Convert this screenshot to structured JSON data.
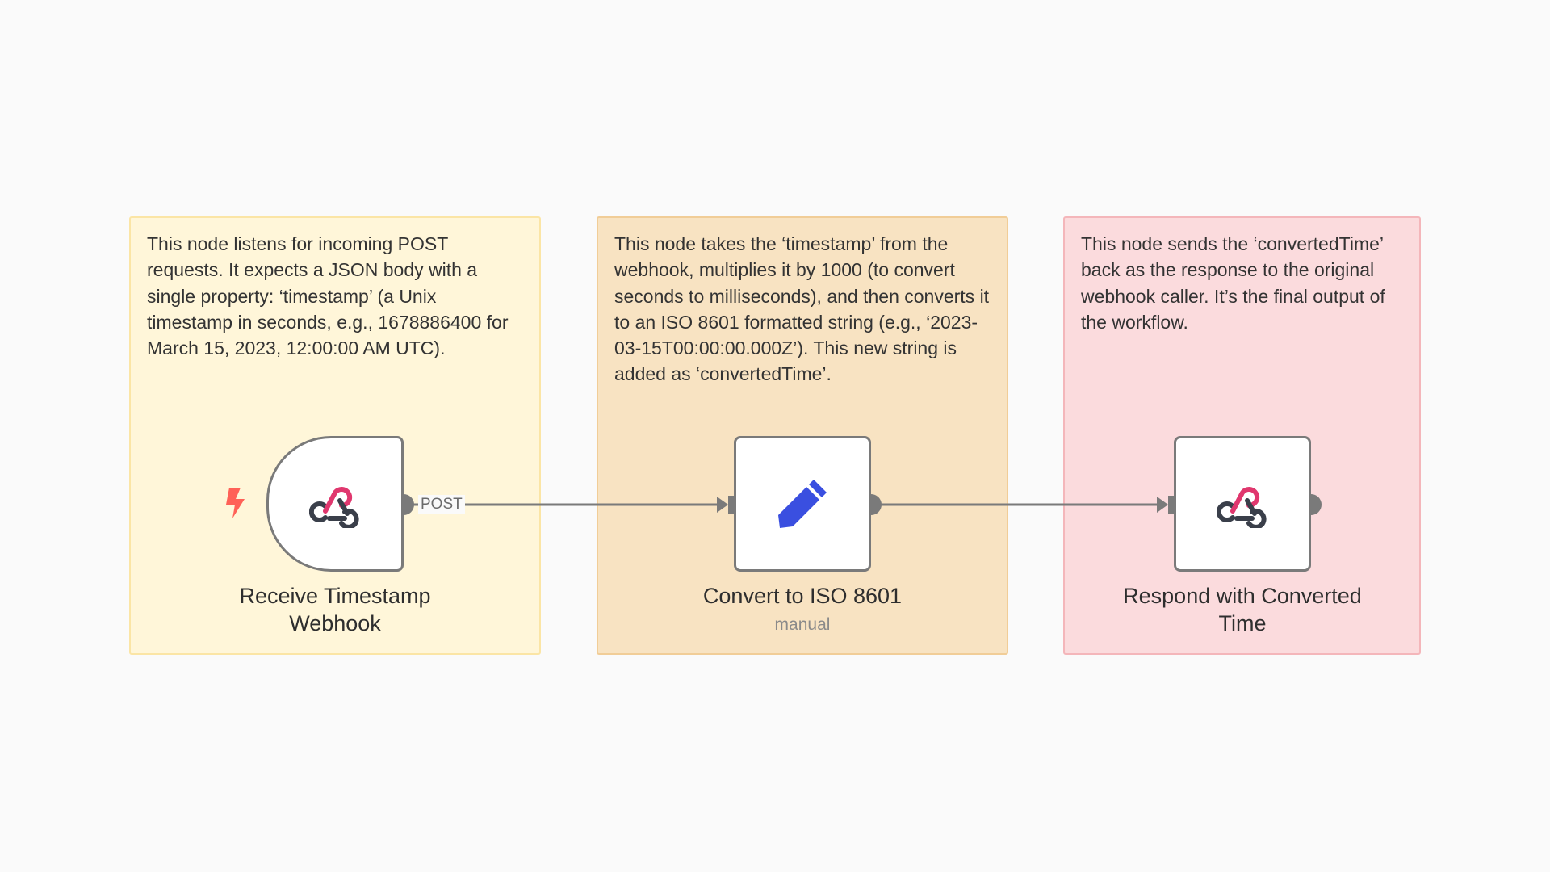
{
  "sticky_notes": [
    {
      "text": "This node listens for incoming POST requests. It expects a JSON body with a single property: ‘timestamp’ (a Unix timestamp in seconds, e.g., 1678886400 for March 15, 2023, 12:00:00 AM UTC).",
      "color": "#fff6d9"
    },
    {
      "text": "This node takes the ‘timestamp’ from the webhook, multiplies it by 1000 (to convert seconds to milliseconds), and then converts it to an ISO 8601 formatted string (e.g., ‘2023-03-15T00:00:00.000Z’). This new string is added as ‘convertedTime’.",
      "color": "#f8e3c2"
    },
    {
      "text": "This node sends the ‘convertedTime’ back as the response to the original webhook caller. It’s the final output of the workflow.",
      "color": "#fbdbdd"
    }
  ],
  "nodes": [
    {
      "name": "Receive Timestamp Webhook",
      "icon": "webhook-icon",
      "trigger": true,
      "trigger_icon": "lightning-bolt-icon"
    },
    {
      "name": "Convert to ISO 8601",
      "subtitle": "manual",
      "icon": "pencil-icon"
    },
    {
      "name": "Respond with Converted Time",
      "icon": "webhook-icon"
    }
  ],
  "connections": [
    {
      "from": "Receive Timestamp Webhook",
      "to": "Convert to ISO 8601",
      "label": "POST"
    },
    {
      "from": "Convert to ISO 8601",
      "to": "Respond with Converted Time",
      "label": ""
    }
  ],
  "colors": {
    "canvas_background": "#fafafa",
    "node_border": "#7a7a7a",
    "connection": "#7a7a7a",
    "webhook_pink": "#e0376e",
    "webhook_dark": "#3a3f4a",
    "pencil_blue": "#3a4fe0",
    "trigger_red": "#ff6157"
  }
}
